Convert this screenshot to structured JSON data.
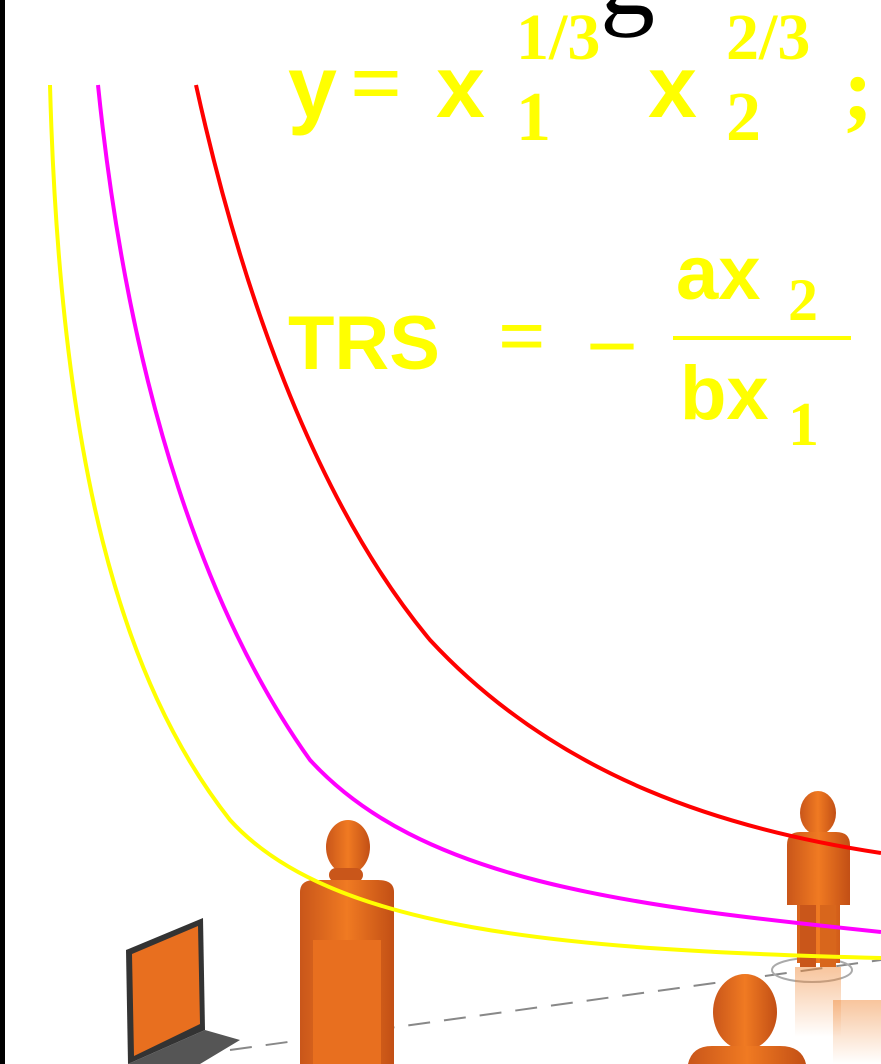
{
  "slide": {
    "title_fragment": "g"
  },
  "formula_utility": {
    "y": "y",
    "eq": "=",
    "x": "x",
    "sub1": "1",
    "exp1": "1/3",
    "sub2": "2",
    "exp2": "2/3",
    "semicolon": ";"
  },
  "formula_trs": {
    "lhs": "TRS",
    "eq": "=",
    "minus": "–",
    "num_a": "ax",
    "num_sub": "2",
    "den_b": "bx",
    "den_sub": "1"
  },
  "curves": [
    {
      "name": "yellow-indifference-curve",
      "color": "#ffff00"
    },
    {
      "name": "magenta-indifference-curve",
      "color": "#ff00ff"
    },
    {
      "name": "red-indifference-curve",
      "color": "#ff0000"
    }
  ],
  "icons": [
    "person-figure-icon",
    "laptop-icon"
  ]
}
